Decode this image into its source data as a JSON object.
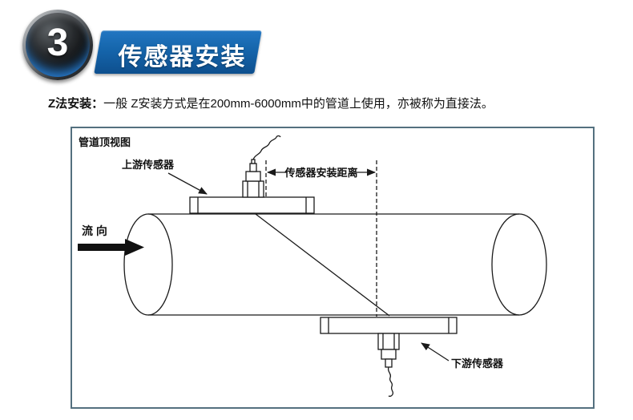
{
  "colors": {
    "ribbon_blue": "#1565ab",
    "circle_rim_blue": "#2a7fd4",
    "diagram_border": "#54707f",
    "line_color": "#1a1a1a"
  },
  "header": {
    "step_number": "3",
    "title": "传感器安装"
  },
  "intro": {
    "label": "Z法安装：",
    "text": "一般 Z安装方式是在200mm-6000mm中的管道上使用，亦被称为直接法。"
  },
  "diagram": {
    "title": "管道顶视图",
    "upstream_label": "上游传感器",
    "distance_label": "传感器安装距离",
    "downstream_label": "下游传感器",
    "flow_label": "流 向"
  }
}
